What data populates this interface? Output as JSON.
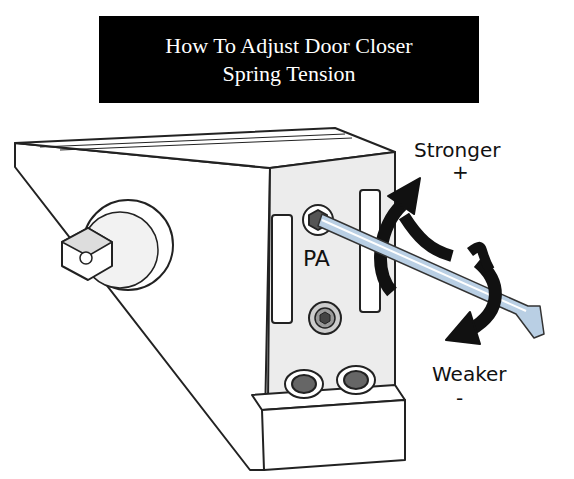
{
  "diagram": {
    "title": "How To Adjust Door Closer Spring Tension",
    "labels": [
      "PA",
      "Stronger",
      "+",
      "Weaker",
      "-"
    ]
  }
}
